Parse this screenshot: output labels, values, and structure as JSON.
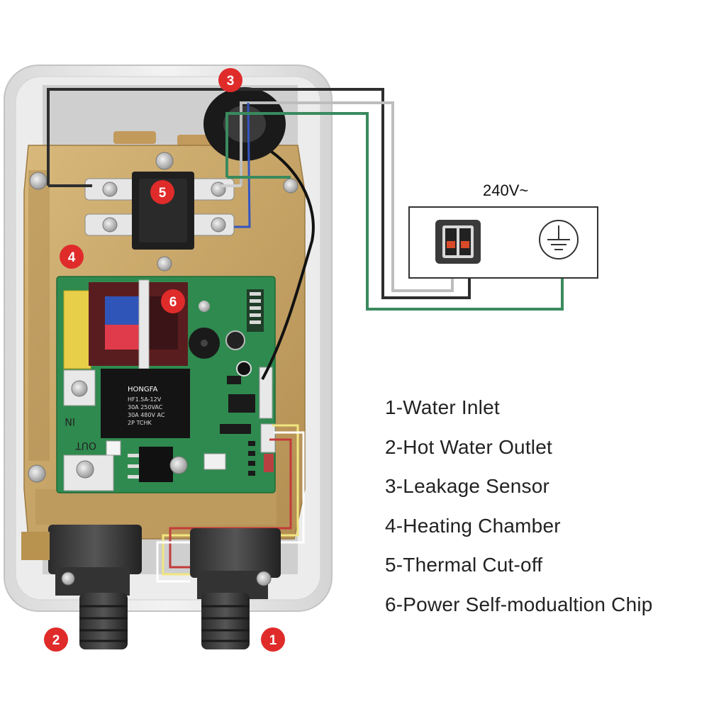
{
  "supply_label": "240V~",
  "legend": [
    "1-Water Inlet",
    "2-Hot Water Outlet",
    "3-Leakage Sensor",
    "4-Heating Chamber",
    "5-Thermal Cut-off",
    "6-Power Self-modualtion Chip"
  ],
  "markers": [
    "1",
    "2",
    "3",
    "4",
    "5",
    "6"
  ],
  "relay_brand": "HONGFA",
  "relay_spec": [
    "HF1.5A-12V",
    "30A 250VAC",
    "30A 480V AC",
    "2P TCHK"
  ],
  "pcb_labels": {
    "out": "OUT",
    "in": "IN"
  },
  "colors": {
    "marker_red": "#e02b2b",
    "pcb_green": "#2f8a4f",
    "brass": "#c9a86a",
    "wire_green": "#3a8a5e",
    "wire_black": "#333333",
    "wire_white": "#c8c8c8"
  },
  "icons": [
    "breaker-icon",
    "ground-icon"
  ]
}
